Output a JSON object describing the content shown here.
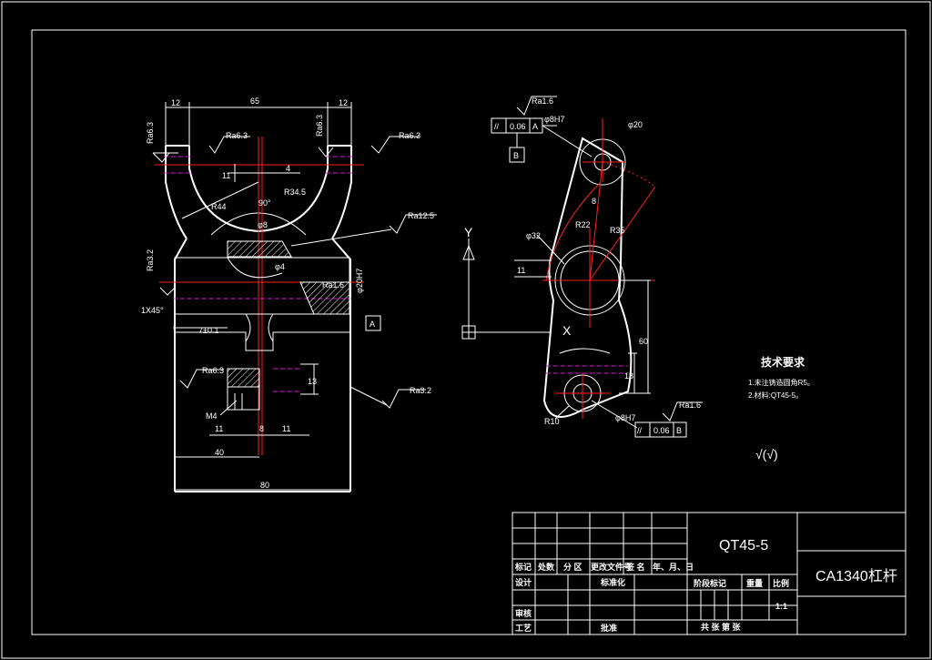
{
  "drawing": {
    "material": "QT45-5",
    "part_name": "CA1340杠杆",
    "tech_requirements": {
      "title": "技术要求",
      "items": [
        "1.未注铸造圆角R5。",
        "2.材料:QT45-5。"
      ]
    },
    "roughness_general": "√(√)"
  },
  "title_block": {
    "row_labels": {
      "mark": "标记",
      "count": "处数",
      "zone": "分 区",
      "change_doc": "更改文件号",
      "sign": "签 名",
      "date": "年、月、日",
      "design": "设计",
      "standardize": "标准化",
      "review": "审核",
      "process": "工艺",
      "approve": "批准",
      "stage_mark": "阶段标记",
      "weight": "重量",
      "scale": "比例",
      "sheets": "共   张  第   张"
    },
    "scale_value": "1:1"
  },
  "left_view": {
    "dims": {
      "top_left_12": "12",
      "top_mid": "65",
      "top_right_12": "12",
      "ra_left_v": "Ra6.3",
      "ra_left_h": "Ra6.3",
      "ra_right_v": "Ra6.3",
      "ra_right_h": "Ra6.3",
      "d11": "11",
      "d4": "4",
      "r44": "R44",
      "r34": "R34.5",
      "angle": "90°",
      "phi8": "φ8",
      "ra125": "Ra12.5",
      "ra32_side": "Ra3.2",
      "phi4": "φ4",
      "phi20h7": "φ20H7",
      "ra16": "Ra1.6",
      "chamfer": "1X45°",
      "d7": "7±0.1",
      "datum_a": "A",
      "d13": "13",
      "ra63_low": "Ra6.3",
      "m4": "M4",
      "d11a": "11",
      "d8": "8",
      "d11b": "11",
      "d40": "40",
      "d80": "80",
      "ra32_low": "Ra3.2"
    }
  },
  "right_view": {
    "axis_y": "Y",
    "axis_x": "X",
    "dims": {
      "ra16_top": "Ra1.6",
      "tol_par": "//",
      "tol_val": "0.06",
      "tol_ref": "A",
      "ref_b": "B",
      "phi8h7": "φ8H7",
      "phi20": "φ20",
      "r35": "R35",
      "r22": "R22",
      "d8": "8",
      "phi32": "φ32",
      "d11": "11",
      "d60": "60",
      "d18": "18",
      "r10": "R10",
      "phi8h7_low": "φ8H7",
      "tol_val2": "0.06",
      "ref_b2": "B",
      "ra16_low": "Ra1.6"
    }
  }
}
